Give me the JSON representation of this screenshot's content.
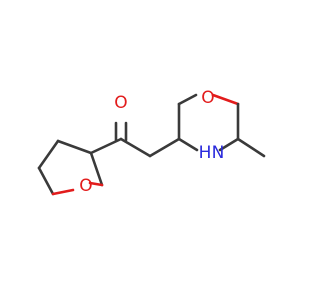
{
  "molecule": {
    "atoms": {
      "ketone_oxygen": "O",
      "thf_oxygen": "O",
      "morpholine_oxygen": "O",
      "morpholine_nitrogen": "N",
      "nitrogen_hydrogen": "H"
    },
    "colors": {
      "bond": "#3a3a3a",
      "oxygen": "#e21c1c",
      "nitrogen": "#2a2add",
      "background": "#ffffff"
    }
  }
}
